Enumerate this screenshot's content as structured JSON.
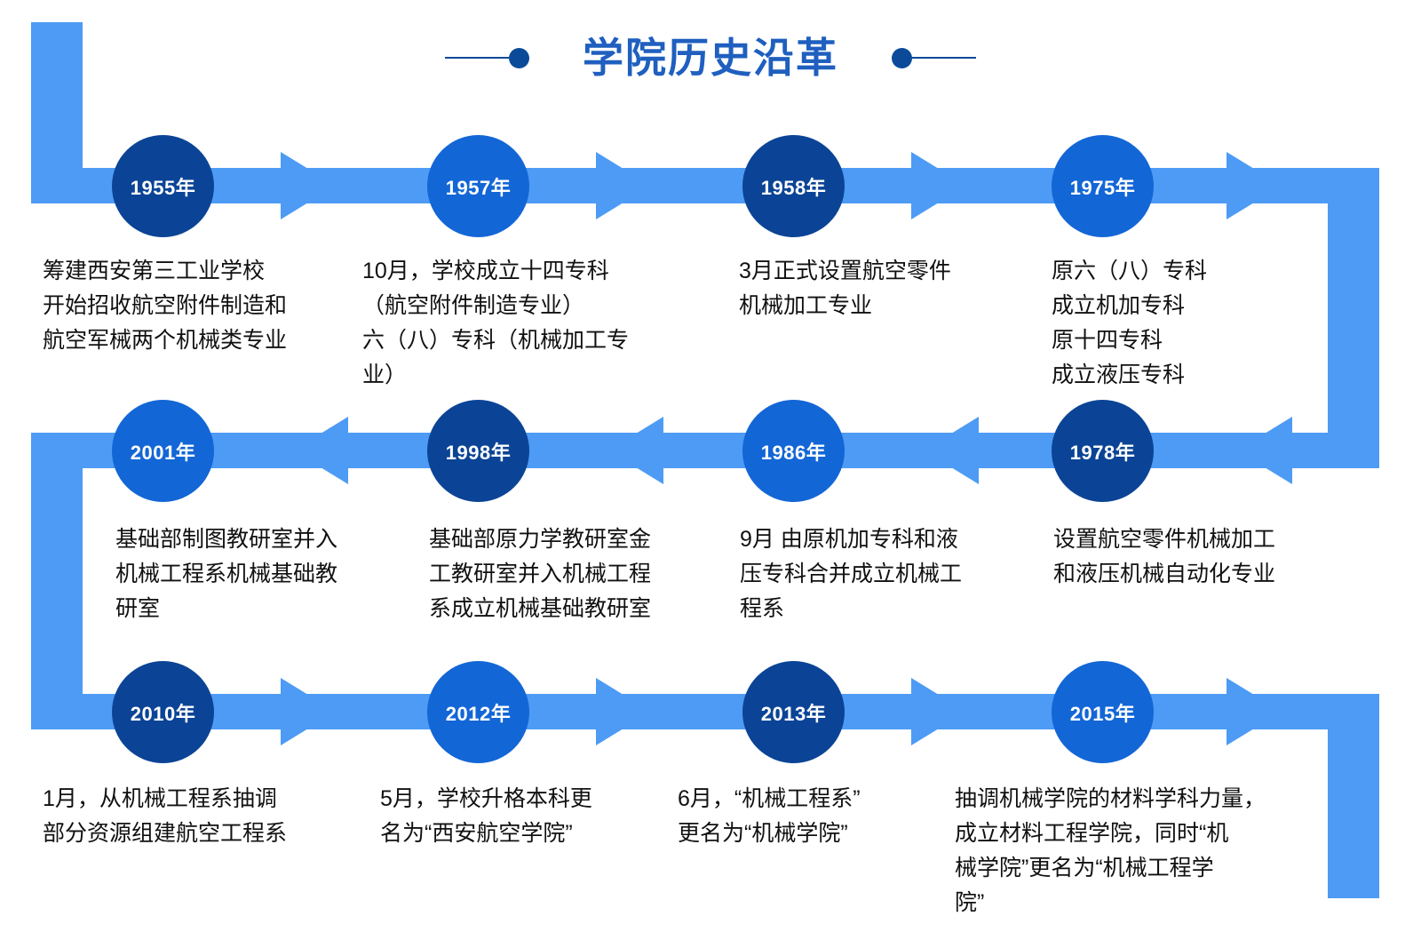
{
  "title": {
    "text": "学院历史沿革",
    "color": "#1f5fbf",
    "left_decoration": "line-dot-decoration",
    "right_decoration": "dot-line-decoration"
  },
  "theme": {
    "ribbon_color": "#4d9bf5",
    "bubble_dark": "#0b4496",
    "bubble_mid": "#1366d6",
    "caption_color": "#111111",
    "background": "#ffffff"
  },
  "timeline": {
    "flow": [
      "row1-left-to-right",
      "row2-right-to-left",
      "row3-left-to-right"
    ],
    "rows": [
      {
        "direction": "right",
        "items": [
          {
            "year": "1955年",
            "tone": "dark",
            "caption": "筹建西安第三工业学校\n开始招收航空附件制造和\n航空军械两个机械类专业"
          },
          {
            "year": "1957年",
            "tone": "mid",
            "caption": "10月，学校成立十四专科\n（航空附件制造专业）\n六（八）专科（机械加工专\n业）"
          },
          {
            "year": "1958年",
            "tone": "dark",
            "caption": "3月正式设置航空零件\n机械加工专业"
          },
          {
            "year": "1975年",
            "tone": "mid",
            "caption": "原六（八）专科\n成立机加专科\n原十四专科\n成立液压专科"
          }
        ]
      },
      {
        "direction": "left",
        "items": [
          {
            "year": "2001年",
            "tone": "mid",
            "caption": "基础部制图教研室并入\n机械工程系机械基础教\n研室"
          },
          {
            "year": "1998年",
            "tone": "dark",
            "caption": "基础部原力学教研室金\n工教研室并入机械工程\n系成立机械基础教研室"
          },
          {
            "year": "1986年",
            "tone": "mid",
            "caption": "9月  由原机加专科和液\n压专科合并成立机械工\n程系"
          },
          {
            "year": "1978年",
            "tone": "dark",
            "caption": "设置航空零件机械加工\n和液压机械自动化专业"
          }
        ]
      },
      {
        "direction": "right",
        "items": [
          {
            "year": "2010年",
            "tone": "dark",
            "caption": "1月，从机械工程系抽调\n部分资源组建航空工程系"
          },
          {
            "year": "2012年",
            "tone": "mid",
            "caption": "5月，学校升格本科更\n名为“西安航空学院”"
          },
          {
            "year": "2013年",
            "tone": "dark",
            "caption": "6月，“机械工程系”\n更名为“机械学院”"
          },
          {
            "year": "2015年",
            "tone": "mid",
            "caption": "抽调机械学院的材料学科力量，\n成立材料工程学院，同时“机\n械学院”更名为“机械工程学\n院”"
          }
        ]
      }
    ]
  }
}
